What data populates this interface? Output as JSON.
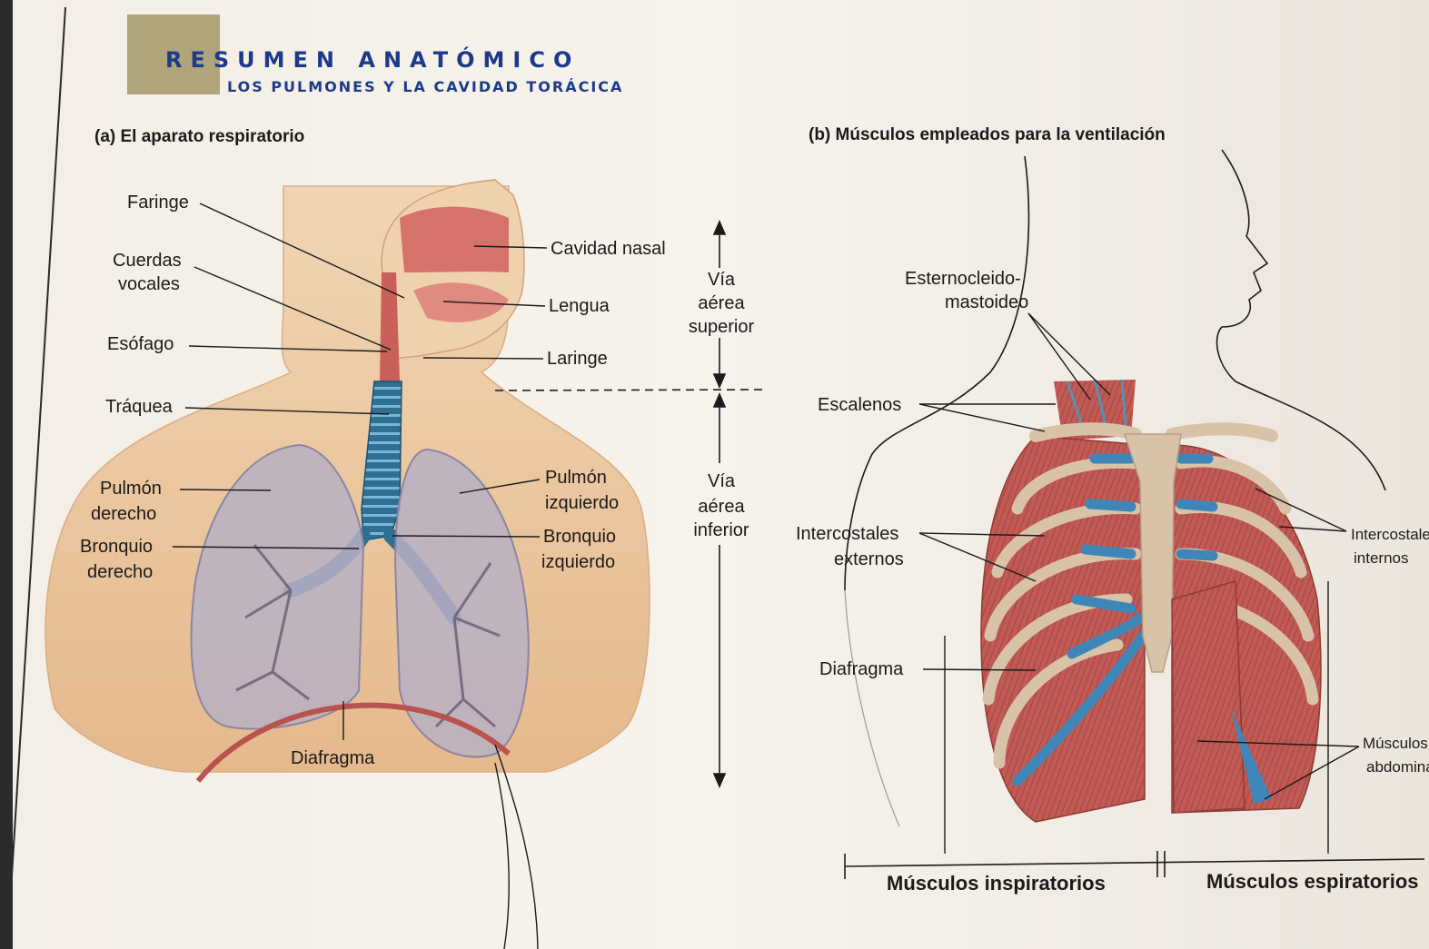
{
  "header": {
    "title": "RESUMEN ANATÓMICO",
    "subtitle": "LOS PULMONES Y LA CAVIDAD TORÁCICA"
  },
  "panel_a": {
    "caption": "(a) El aparato respiratorio",
    "labels": {
      "faringe": "Faringe",
      "cuerdas": "Cuerdas",
      "vocales": "vocales",
      "esofago": "Esófago",
      "traquea": "Tráquea",
      "pulmon_der_1": "Pulmón",
      "pulmon_der_2": "derecho",
      "bronquio_der_1": "Bronquio",
      "bronquio_der_2": "derecho",
      "diafragma": "Diafragma",
      "cavidad_nasal": "Cavidad nasal",
      "lengua": "Lengua",
      "laringe": "Laringe",
      "pulmon_izq_1": "Pulmón",
      "pulmon_izq_2": "izquierdo",
      "bronquio_izq_1": "Bronquio",
      "bronquio_izq_2": "izquierdo"
    },
    "airway": {
      "upper_1": "Vía",
      "upper_2": "aérea",
      "upper_3": "superior",
      "lower_1": "Vía",
      "lower_2": "aérea",
      "lower_3": "inferior"
    }
  },
  "panel_b": {
    "caption": "(b) Músculos empleados para la ventilación",
    "labels": {
      "esterno_1": "Esternocleido-",
      "esterno_2": "mastoideo",
      "escalenos": "Escalenos",
      "intercost_ext_1": "Intercostales",
      "intercost_ext_2": "externos",
      "diafragma": "Diafragma",
      "intercost_int_1": "Intercostales",
      "intercost_int_2": "internos",
      "musculos_abd_1": "Músculos",
      "musculos_abd_2": "abdominales"
    },
    "groups": {
      "inspiratorios": "Músculos inspiratorios",
      "espiratorios": "Músculos espiratorios"
    }
  },
  "colors": {
    "title_blue": "#1d3a8a",
    "skin": "#ecc9a1",
    "muscle": "#b8534e",
    "cartilage": "#3f86b8",
    "bone": "#d9c3a8",
    "lung": "#b9b3c4"
  }
}
